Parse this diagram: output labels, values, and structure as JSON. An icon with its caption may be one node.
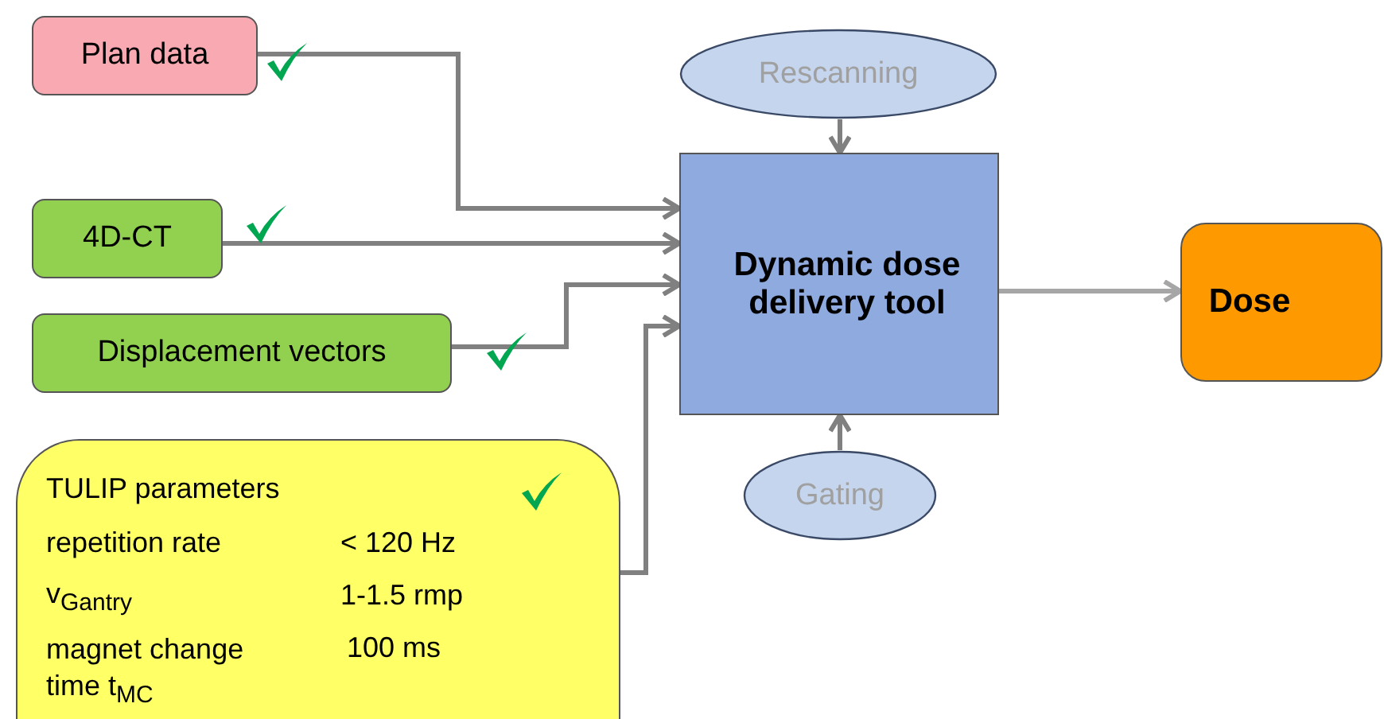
{
  "diagram": {
    "nodes": [
      {
        "text": [
          "Plan data"
        ]
      },
      {
        "text": [
          "Rescanning"
        ]
      },
      {
        "text": [
          "4D-CT"
        ]
      },
      {
        "text": [
          "Dynamic dose delivery tool"
        ]
      },
      {
        "text": [
          "Dose"
        ]
      },
      {
        "text": [
          "Displacement vectors"
        ]
      },
      {
        "text": [
          "Gating"
        ]
      },
      {
        "text": [
          "TULIP parameters",
          "repetition rate",
          "< 120 Hz",
          "v$_{Gantry}$",
          "1-1.5 rmp",
          "magnet change time t$_{MC}$",
          "100 ms"
        ]
      }
    ],
    "edges": [
      {
        "from": 0,
        "to": 3,
        "arrow": "to"
      },
      {
        "from": 2,
        "to": 3,
        "arrow": "to"
      },
      {
        "from": 5,
        "to": 3,
        "arrow": "to"
      },
      {
        "from": 7,
        "to": 3,
        "arrow": "to"
      },
      {
        "from": 1,
        "to": 3,
        "arrow": "to"
      },
      {
        "from": 6,
        "to": 3,
        "arrow": "to"
      },
      {
        "from": 3,
        "to": 4,
        "arrow": "to",
        "color": "#a6a6a6"
      }
    ]
  }
}
